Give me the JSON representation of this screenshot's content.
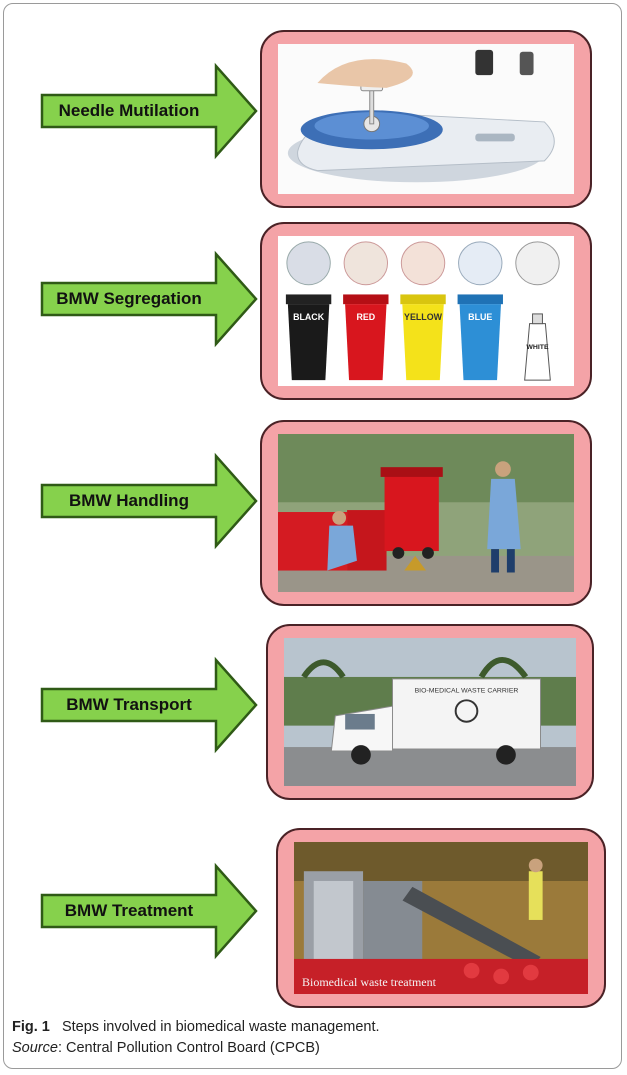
{
  "steps": [
    {
      "label": "Needle Mutilation",
      "icon": "needle-destroyer-device"
    },
    {
      "label": "BMW Segregation",
      "icon": "color-coded-waste-bins",
      "bins": [
        {
          "name": "BLACK",
          "color": "#1a1a1a"
        },
        {
          "name": "RED",
          "color": "#d8161e"
        },
        {
          "name": "YELLOW",
          "color": "#f4e21a"
        },
        {
          "name": "BLUE",
          "color": "#2d8fd6"
        },
        {
          "name": "WHITE",
          "color": "#ffffff"
        }
      ]
    },
    {
      "label": "BMW Handling",
      "icon": "workers-with-red-bins"
    },
    {
      "label": "BMW Transport",
      "icon": "waste-carrier-truck",
      "truck_text": "BIO-MEDICAL WASTE CARRIER"
    },
    {
      "label": "BMW Treatment",
      "icon": "treatment-plant",
      "photo_caption": "Biomedical waste treatment"
    }
  ],
  "caption": {
    "fig_label": "Fig. 1",
    "text": "Steps involved in biomedical waste management.",
    "source_label": "Source",
    "source_text": ": Central Pollution Control Board (CPCB)"
  },
  "colors": {
    "arrow_fill": "#86d14c",
    "arrow_stroke": "#2f5a16",
    "panel_fill": "#f4a3a7"
  }
}
